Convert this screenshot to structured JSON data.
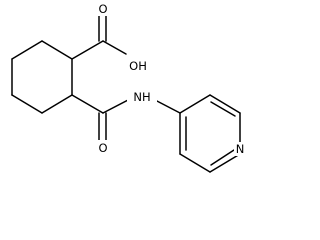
{
  "molecule": {
    "atom_labels": {
      "hydroxyl": "OH",
      "carbonyl_oxygen_acid": "O",
      "carbonyl_oxygen_amide": "O",
      "amide_nitrogen": "NH",
      "pyridine_nitrogen": "N"
    },
    "colors": {
      "bond": "#000000",
      "label": "#000000",
      "background": "#ffffff"
    }
  }
}
